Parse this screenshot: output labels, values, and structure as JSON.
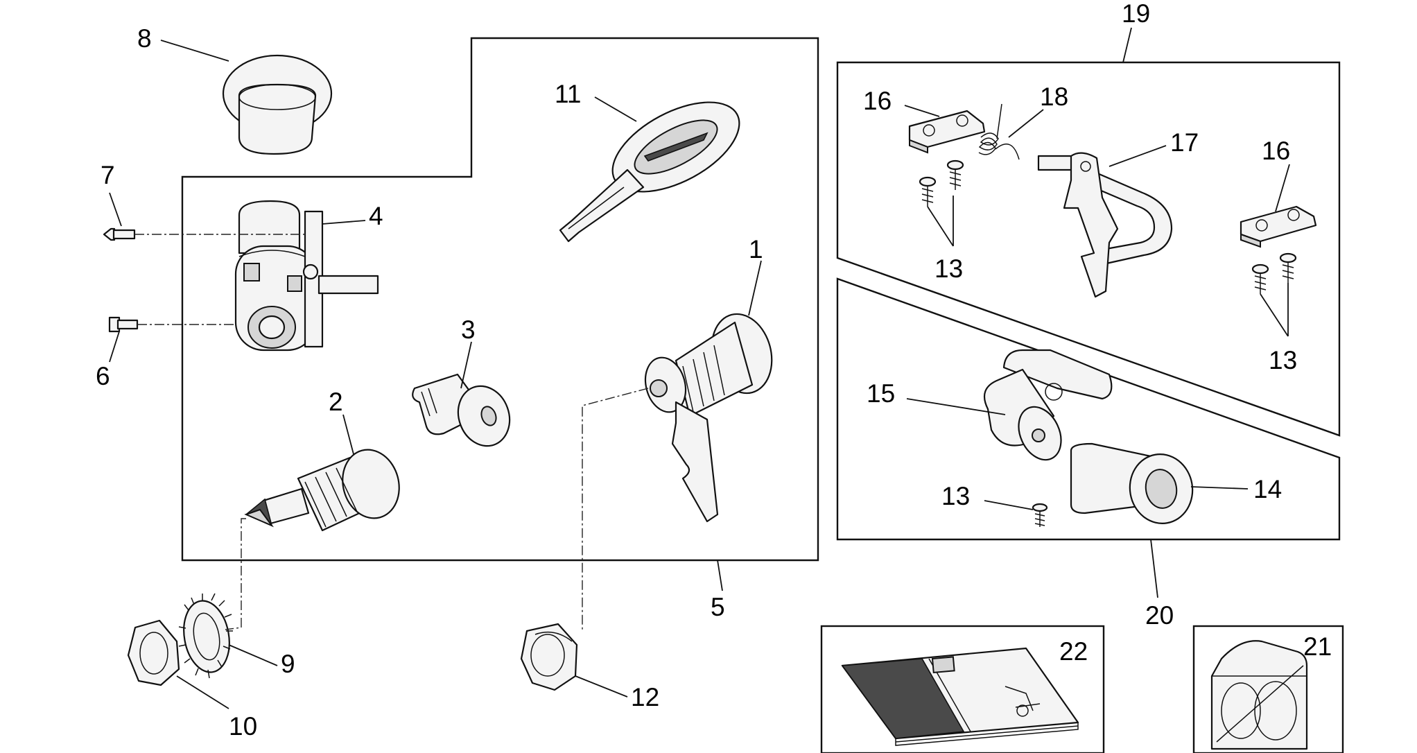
{
  "labels": {
    "l1": "1",
    "l2": "2",
    "l3": "3",
    "l4": "4",
    "l5": "5",
    "l6": "6",
    "l7": "7",
    "l8": "8",
    "l9": "9",
    "l10": "10",
    "l11": "11",
    "l12": "12",
    "l13a": "13",
    "l13b": "13",
    "l13c": "13",
    "l14": "14",
    "l15": "15",
    "l16a": "16",
    "l16b": "16",
    "l17": "17",
    "l18": "18",
    "l19": "19",
    "l20": "20",
    "l21": "21",
    "l22": "22"
  }
}
